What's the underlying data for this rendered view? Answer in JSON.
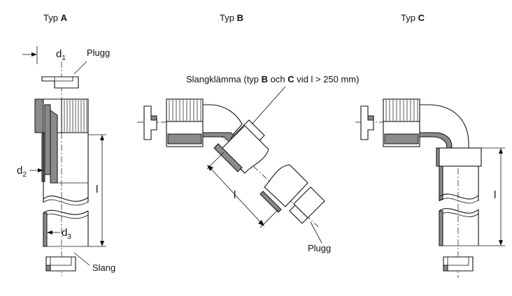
{
  "types": {
    "a": {
      "prefix": "Typ",
      "letter": "A"
    },
    "b": {
      "prefix": "Typ",
      "letter": "B"
    },
    "c": {
      "prefix": "Typ",
      "letter": "C"
    }
  },
  "labels": {
    "plugg": "Plugg",
    "slang": "Slang",
    "clamp": {
      "a": "Slangklämma (typ ",
      "b1": "B",
      "c": " och ",
      "b2": "C",
      "d": " vid l > 250 mm)"
    }
  },
  "dims": {
    "d": {
      "letter": "d",
      "s1": "1",
      "s2": "2",
      "s3": "3"
    },
    "l": "l"
  }
}
